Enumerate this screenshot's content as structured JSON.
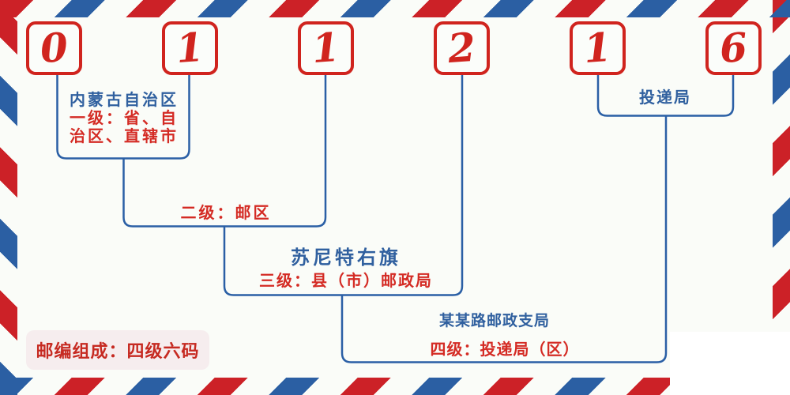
{
  "diagram": {
    "postal_code_digits": [
      "0",
      "1",
      "1",
      "2",
      "1",
      "6"
    ],
    "level1": {
      "region": "内蒙古自治区",
      "desc_line1": "一级：省、自",
      "desc_line2": "治区、直辖市"
    },
    "level2": {
      "desc": "二级：邮区"
    },
    "level3": {
      "place": "苏尼特右旗",
      "desc": "三级：县（市）邮政局"
    },
    "level4": {
      "place": "某某路邮政支局",
      "desc": "四级：投递局（区）"
    },
    "level5": {
      "label": "投递局"
    },
    "footer_badge": "邮编组成：四级六码"
  },
  "colors": {
    "stripe_red": "#cc2127",
    "stripe_blue": "#2b5fa3",
    "digit_red": "#d0241e",
    "line_blue": "#2a5fa5",
    "text_blue": "#30609f",
    "text_red": "#d42b24",
    "badge_bg": "#f6edee",
    "badge_text": "#c62a21",
    "background": "#fafcf8"
  }
}
